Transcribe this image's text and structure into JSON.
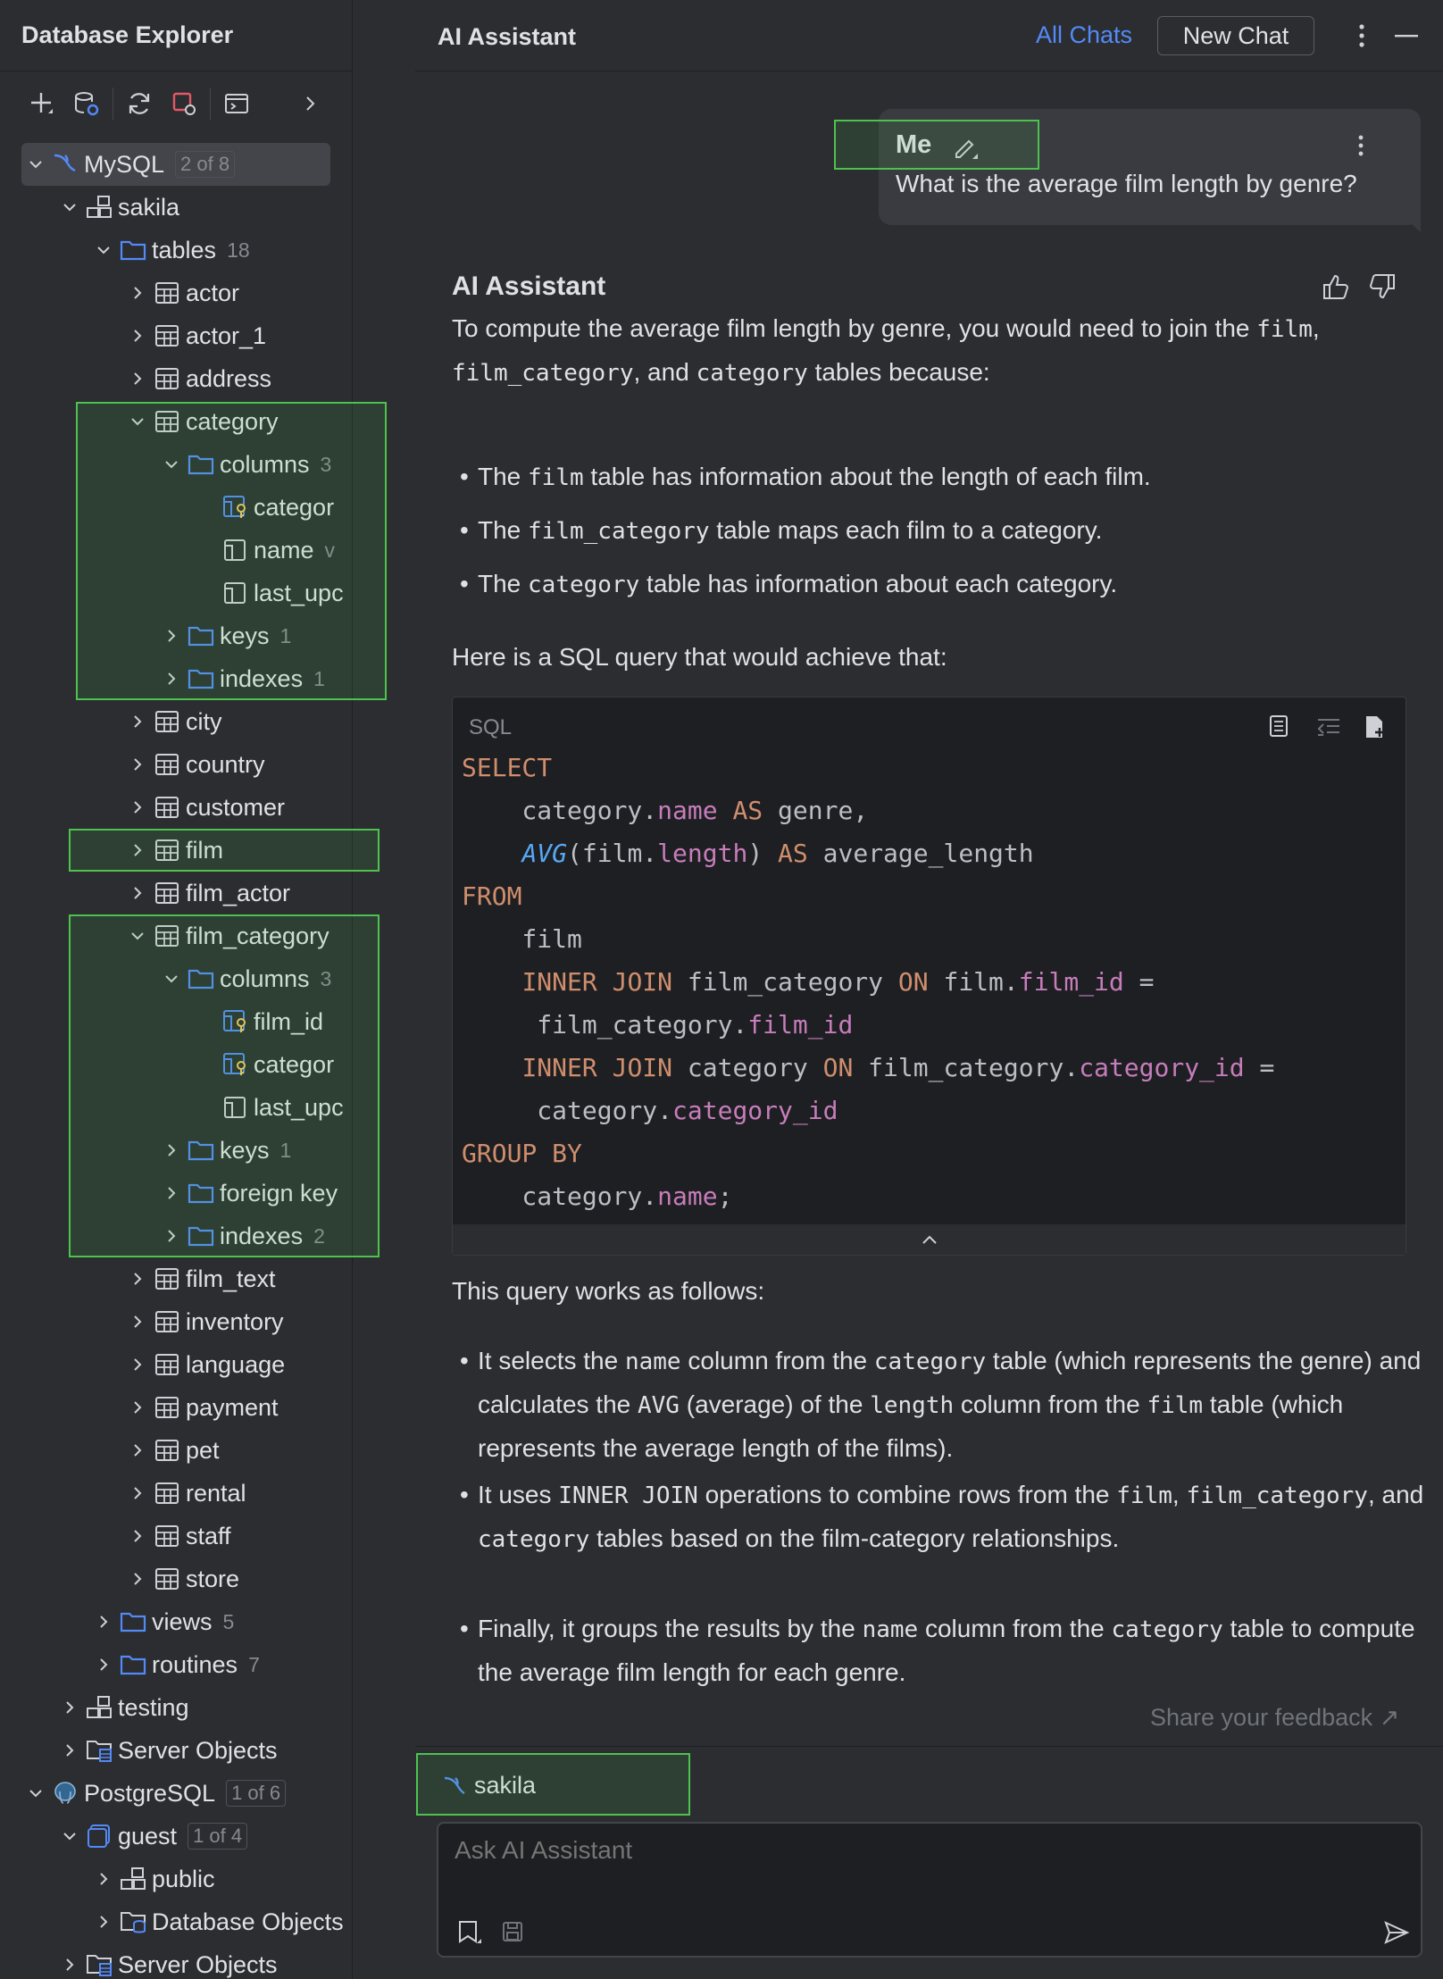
{
  "explorer": {
    "title": "Database Explorer",
    "tree": [
      {
        "depth": 0,
        "chevron": "down",
        "icon": "mysql-icon",
        "label": "MySQL",
        "badge": "2 of 8",
        "selected": true
      },
      {
        "depth": 1,
        "chevron": "down",
        "icon": "schema-icon",
        "label": "sakila"
      },
      {
        "depth": 2,
        "chevron": "down",
        "icon": "folder-icon",
        "label": "tables",
        "count": "18"
      },
      {
        "depth": 3,
        "chevron": "right",
        "icon": "table-icon",
        "label": "actor"
      },
      {
        "depth": 3,
        "chevron": "right",
        "icon": "table-icon",
        "label": "actor_1"
      },
      {
        "depth": 3,
        "chevron": "right",
        "icon": "table-icon",
        "label": "address"
      },
      {
        "depth": 3,
        "chevron": "down",
        "icon": "table-icon",
        "label": "category"
      },
      {
        "depth": 4,
        "chevron": "down",
        "icon": "folder-icon",
        "label": "columns",
        "count": "3"
      },
      {
        "depth": 5,
        "chevron": "",
        "icon": "key-column-icon",
        "label": "categor"
      },
      {
        "depth": 5,
        "chevron": "",
        "icon": "column-icon",
        "label": "name",
        "count": "v"
      },
      {
        "depth": 5,
        "chevron": "",
        "icon": "column-icon",
        "label": "last_upc"
      },
      {
        "depth": 4,
        "chevron": "right",
        "icon": "folder-icon",
        "label": "keys",
        "count": "1"
      },
      {
        "depth": 4,
        "chevron": "right",
        "icon": "folder-icon",
        "label": "indexes",
        "count": "1"
      },
      {
        "depth": 3,
        "chevron": "right",
        "icon": "table-icon",
        "label": "city"
      },
      {
        "depth": 3,
        "chevron": "right",
        "icon": "table-icon",
        "label": "country"
      },
      {
        "depth": 3,
        "chevron": "right",
        "icon": "table-icon",
        "label": "customer"
      },
      {
        "depth": 3,
        "chevron": "right",
        "icon": "table-icon",
        "label": "film"
      },
      {
        "depth": 3,
        "chevron": "right",
        "icon": "table-icon",
        "label": "film_actor"
      },
      {
        "depth": 3,
        "chevron": "down",
        "icon": "table-icon",
        "label": "film_category"
      },
      {
        "depth": 4,
        "chevron": "down",
        "icon": "folder-icon",
        "label": "columns",
        "count": "3"
      },
      {
        "depth": 5,
        "chevron": "",
        "icon": "key-column-icon",
        "label": "film_id"
      },
      {
        "depth": 5,
        "chevron": "",
        "icon": "key-column-icon",
        "label": "categor"
      },
      {
        "depth": 5,
        "chevron": "",
        "icon": "column-icon",
        "label": "last_upc"
      },
      {
        "depth": 4,
        "chevron": "right",
        "icon": "folder-icon",
        "label": "keys",
        "count": "1"
      },
      {
        "depth": 4,
        "chevron": "right",
        "icon": "folder-icon",
        "label": "foreign key"
      },
      {
        "depth": 4,
        "chevron": "right",
        "icon": "folder-icon",
        "label": "indexes",
        "count": "2"
      },
      {
        "depth": 3,
        "chevron": "right",
        "icon": "table-icon",
        "label": "film_text"
      },
      {
        "depth": 3,
        "chevron": "right",
        "icon": "table-icon",
        "label": "inventory"
      },
      {
        "depth": 3,
        "chevron": "right",
        "icon": "table-icon",
        "label": "language"
      },
      {
        "depth": 3,
        "chevron": "right",
        "icon": "table-icon",
        "label": "payment"
      },
      {
        "depth": 3,
        "chevron": "right",
        "icon": "table-icon",
        "label": "pet"
      },
      {
        "depth": 3,
        "chevron": "right",
        "icon": "table-icon",
        "label": "rental"
      },
      {
        "depth": 3,
        "chevron": "right",
        "icon": "table-icon",
        "label": "staff"
      },
      {
        "depth": 3,
        "chevron": "right",
        "icon": "table-icon",
        "label": "store"
      },
      {
        "depth": 2,
        "chevron": "right",
        "icon": "folder-icon",
        "label": "views",
        "count": "5"
      },
      {
        "depth": 2,
        "chevron": "right",
        "icon": "folder-icon",
        "label": "routines",
        "count": "7"
      },
      {
        "depth": 1,
        "chevron": "right",
        "icon": "schema-icon",
        "label": "testing"
      },
      {
        "depth": 1,
        "chevron": "right",
        "icon": "server-objects-icon",
        "label": "Server Objects"
      },
      {
        "depth": 0,
        "chevron": "down",
        "icon": "postgresql-icon",
        "label": "PostgreSQL",
        "badge": "1 of 6"
      },
      {
        "depth": 1,
        "chevron": "down",
        "icon": "database-icon",
        "label": "guest",
        "badge": "1 of 4"
      },
      {
        "depth": 2,
        "chevron": "right",
        "icon": "schema-icon",
        "label": "public"
      },
      {
        "depth": 2,
        "chevron": "right",
        "icon": "database-objects-icon",
        "label": "Database Objects"
      },
      {
        "depth": 1,
        "chevron": "right",
        "icon": "server-objects-icon",
        "label": "Server Objects"
      }
    ]
  },
  "assistant": {
    "title": "AI Assistant",
    "all_chats": "All Chats",
    "new_chat": "New Chat",
    "user_name": "Me",
    "user_message": "What is the average film length by genre?",
    "ai_name": "AI Assistant",
    "intro_1": "To compute the average film length by genre, you would need to join the ",
    "intro_code_1": "film",
    "intro_2": ",",
    "intro_code_2": "film_category",
    "intro_3": ", and ",
    "intro_code_3": "category",
    "intro_4": " tables because:",
    "bullets_1": [
      {
        "pre": "The ",
        "code": "film",
        "post": " table has information about the length of each film."
      },
      {
        "pre": "The ",
        "code": "film_category",
        "post": " table maps each film to a category."
      },
      {
        "pre": "The ",
        "code": "category",
        "post": " table has information about each category."
      }
    ],
    "query_intro": "Here is a SQL query that would achieve that:",
    "code_lang": "SQL",
    "explain_intro": "This query works as follows:",
    "feedback": "Share your feedback ↗",
    "context_chip": "sakila",
    "input_placeholder": "Ask AI Assistant"
  },
  "code_lines": [
    [
      {
        "t": "SELECT",
        "c": "kw"
      }
    ],
    [
      {
        "t": "    category."
      },
      {
        "t": "name",
        "c": "fld"
      },
      {
        "t": " "
      },
      {
        "t": "AS",
        "c": "kw"
      },
      {
        "t": " genre,"
      }
    ],
    [
      {
        "t": "    "
      },
      {
        "t": "AVG",
        "c": "fn"
      },
      {
        "t": "(film."
      },
      {
        "t": "length",
        "c": "fld"
      },
      {
        "t": ") "
      },
      {
        "t": "AS",
        "c": "kw"
      },
      {
        "t": " average_length"
      }
    ],
    [
      {
        "t": "FROM",
        "c": "kw"
      }
    ],
    [
      {
        "t": "    film"
      }
    ],
    [
      {
        "t": "    "
      },
      {
        "t": "INNER JOIN",
        "c": "kw"
      },
      {
        "t": " film_category "
      },
      {
        "t": "ON",
        "c": "kw"
      },
      {
        "t": " film."
      },
      {
        "t": "film_id",
        "c": "fld"
      },
      {
        "t": " ="
      }
    ],
    [
      {
        "t": "     film_category."
      },
      {
        "t": "film_id",
        "c": "fld"
      }
    ],
    [
      {
        "t": "    "
      },
      {
        "t": "INNER JOIN",
        "c": "kw"
      },
      {
        "t": " category "
      },
      {
        "t": "ON",
        "c": "kw"
      },
      {
        "t": " film_category."
      },
      {
        "t": "category_id",
        "c": "fld"
      },
      {
        "t": " ="
      }
    ],
    [
      {
        "t": "     category."
      },
      {
        "t": "category_id",
        "c": "fld"
      }
    ],
    [
      {
        "t": "GROUP BY",
        "c": "kw"
      }
    ],
    [
      {
        "t": "    category."
      },
      {
        "t": "name",
        "c": "fld"
      },
      {
        "t": ";"
      }
    ]
  ],
  "explain_bullets": [
    [
      {
        "t": "It selects the "
      },
      {
        "t": "name",
        "code": true
      },
      {
        "t": " column from the "
      },
      {
        "t": "category",
        "code": true
      },
      {
        "t": " table (which represents the genre) and calculates the "
      },
      {
        "t": "AVG",
        "code": true
      },
      {
        "t": " (average) of the "
      },
      {
        "t": "length",
        "code": true
      },
      {
        "t": " column from the "
      },
      {
        "t": "film",
        "code": true
      },
      {
        "t": " table (which represents the average length of the films)."
      }
    ],
    [
      {
        "t": "It uses "
      },
      {
        "t": "INNER JOIN",
        "code": true
      },
      {
        "t": " operations to combine rows from the "
      },
      {
        "t": "film",
        "code": true
      },
      {
        "t": ", "
      },
      {
        "t": "film_category",
        "code": true
      },
      {
        "t": ", and "
      },
      {
        "t": "category",
        "code": true
      },
      {
        "t": " tables based on the film-category relationships."
      }
    ],
    [
      {
        "t": "Finally, it groups the results by the "
      },
      {
        "t": "name",
        "code": true
      },
      {
        "t": " column from the "
      },
      {
        "t": "category",
        "code": true
      },
      {
        "t": " table to compute the average film length for each genre."
      }
    ]
  ],
  "colors": {
    "accent": "#548af7",
    "keyword": "#cf8e6d",
    "field": "#c77dbb",
    "function": "#56a8f5",
    "highlight": "#4ec24e"
  }
}
